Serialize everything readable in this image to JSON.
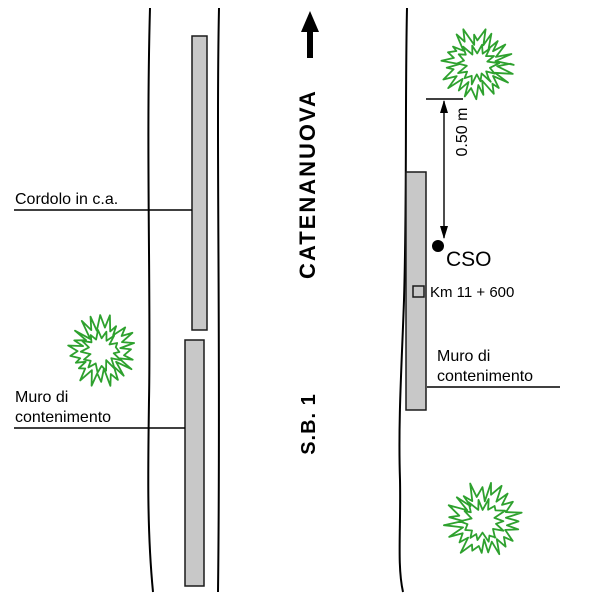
{
  "diagram": {
    "labels": {
      "cordolo": "Cordolo in c.a.",
      "muro_left_line1": "Muro di",
      "muro_left_line2": "contenimento",
      "muro_right_line1": "Muro di",
      "muro_right_line2": "contenimento",
      "direction": "CATENANUOVA",
      "road": "S.B. 1",
      "dimension": "0.50 m",
      "point": "CSO",
      "km": "Km 11 + 600"
    },
    "colors": {
      "tree": "#2ea12e",
      "wall_fill": "#c8c8c8",
      "line": "#000000"
    }
  }
}
